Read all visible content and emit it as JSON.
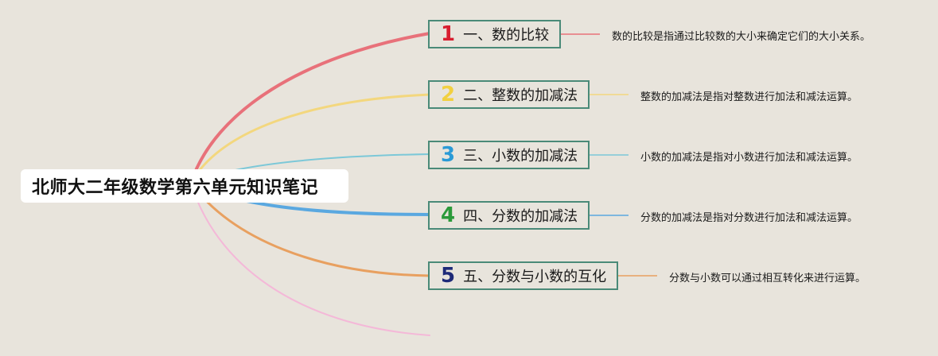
{
  "root": {
    "title": "北师大二年级数学第六单元知识笔记"
  },
  "branches": [
    {
      "number": "1",
      "label": "一、数的比较",
      "description": "数的比较是指通过比较数的大小来确定它们的大小关系。",
      "color": "#e8717a"
    },
    {
      "number": "2",
      "label": "二、整数的加减法",
      "description": "整数的加减法是指对整数进行加法和减法运算。",
      "color": "#f3d77e"
    },
    {
      "number": "3",
      "label": "三、小数的加减法",
      "description": "小数的加减法是指对小数进行加法和减法运算。",
      "color": "#7cc8d8"
    },
    {
      "number": "4",
      "label": "四、分数的加减法",
      "description": "分数的加减法是指对分数进行加法和减法运算。",
      "color": "#5aa8e0"
    },
    {
      "number": "5",
      "label": "五、分数与小数的互化",
      "description": "分数与小数可以通过相互转化来进行运算。",
      "color": "#e8a060"
    }
  ],
  "number_colors": [
    "#d81e30",
    "#f2d040",
    "#2a9ad6",
    "#2a9a3a",
    "#1e2a78"
  ],
  "extra_branch_color": "#f4b8d8"
}
